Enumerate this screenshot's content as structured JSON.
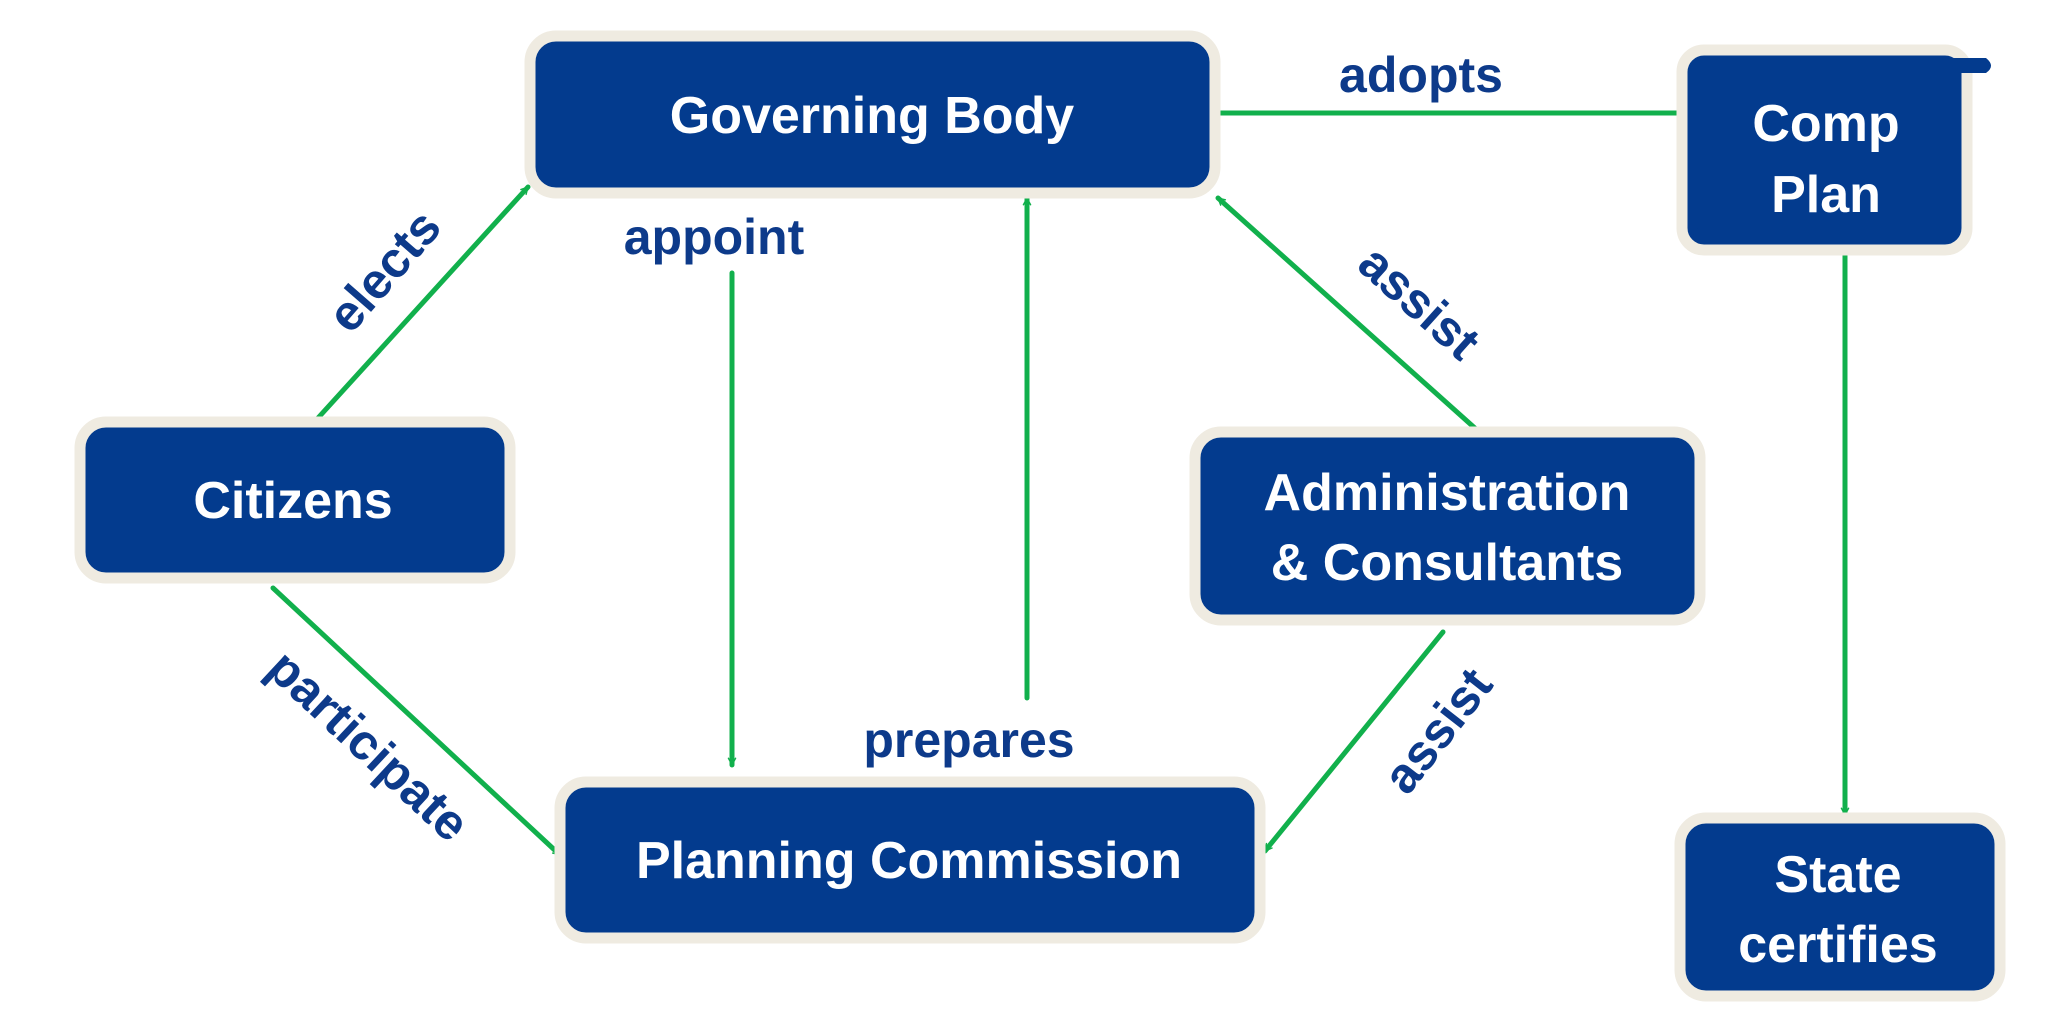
{
  "colors": {
    "node_fill": "#033b8e",
    "node_border": "#efebe1",
    "arrow": "#11b04c",
    "label": "#0d3a8a"
  },
  "nodes": {
    "governing_body": "Governing Body",
    "comp_plan": [
      "Comp",
      "Plan"
    ],
    "citizens": "Citizens",
    "administration": [
      "Administration",
      "& Consultants"
    ],
    "planning_commission": "Planning Commission",
    "state": [
      "State",
      "certifies"
    ]
  },
  "edges": {
    "adopts": "adopts",
    "elects": "elects",
    "appoint": "appoint",
    "prepares": "prepares",
    "assist_governing": "assist",
    "assist_commission": "assist",
    "participate": "participate"
  }
}
